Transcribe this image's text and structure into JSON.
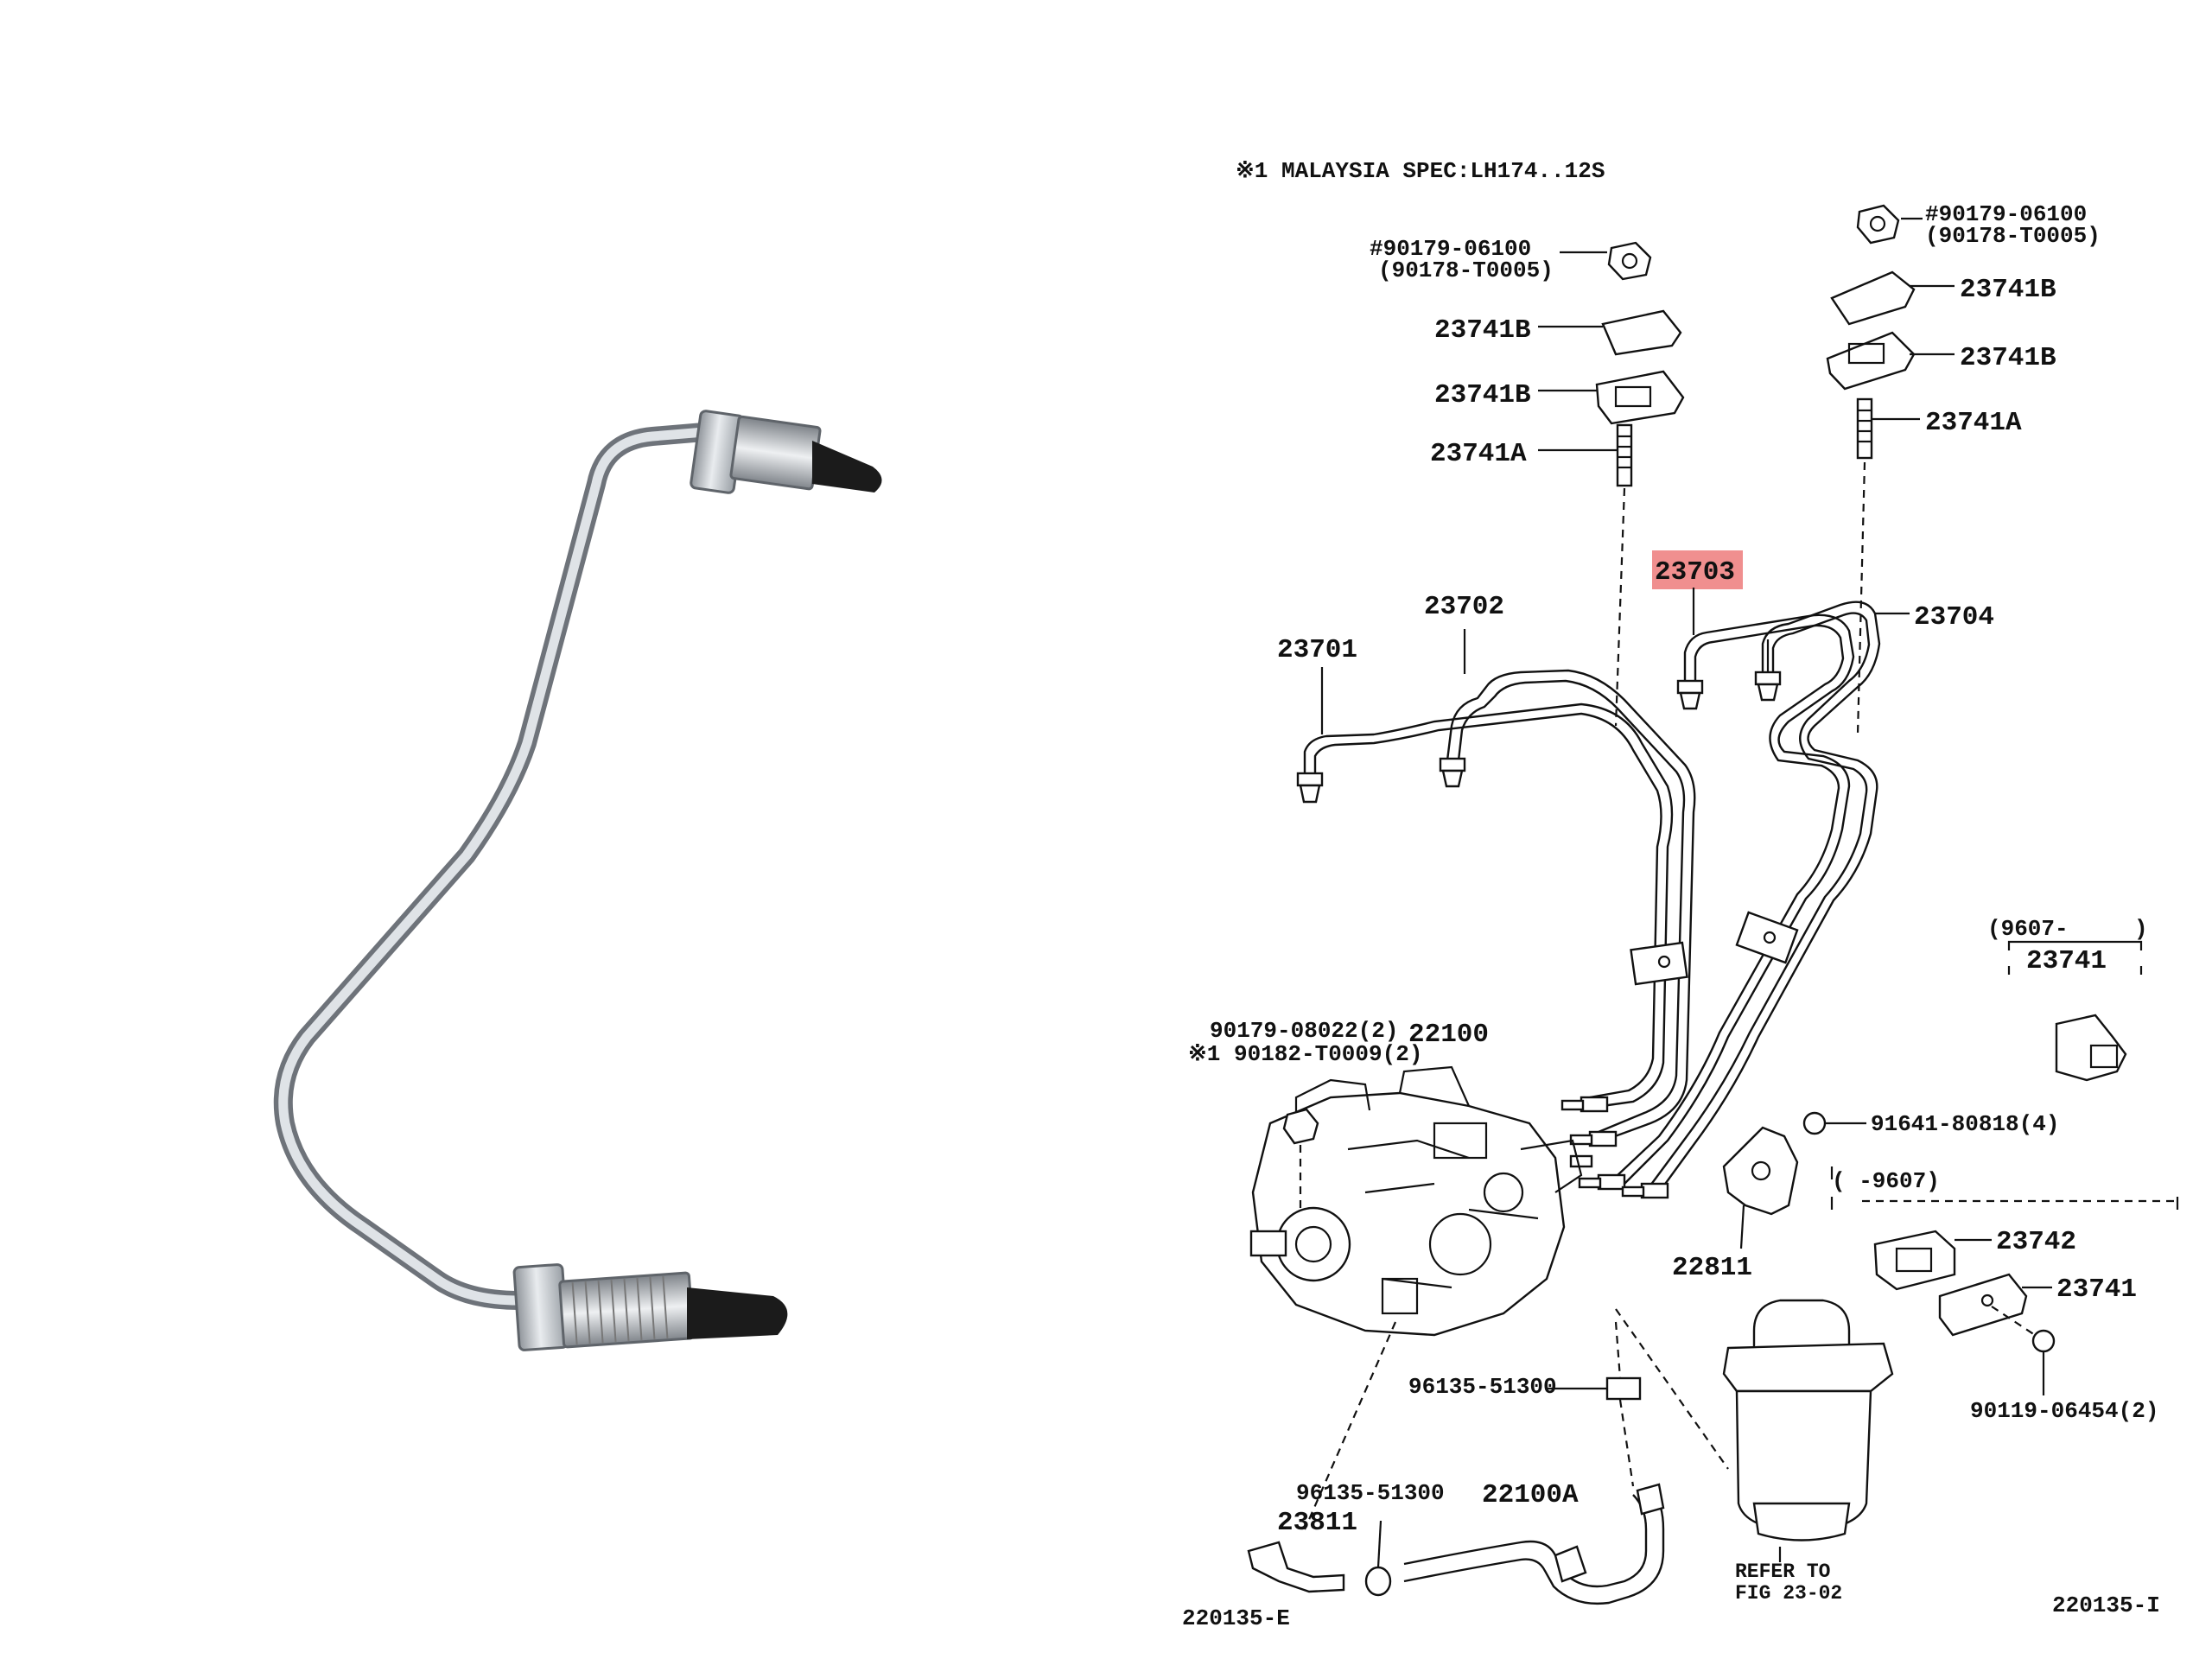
{
  "diagram": {
    "spec_note": "※1 MALAYSIA SPEC:LH174..12S",
    "highlight_color": "#f08f8f",
    "labels": {
      "nut_left_a": "#90179-06100",
      "nut_left_b": "(90178-T0005)",
      "nut_right_a": "#90179-06100",
      "nut_right_b": "(90178-T0005)",
      "clamp_l1": "23741B",
      "clamp_l2": "23741B",
      "bolt_l": "23741A",
      "clamp_r1": "23741B",
      "clamp_r2": "23741B",
      "bolt_r": "23741A",
      "pipe_23701": "23701",
      "pipe_23702": "23702",
      "pipe_23703": "23703",
      "pipe_23704": "23704",
      "bracket_range_a": "(9607-",
      "bracket_range_a_end": ")",
      "clamp_23741_top": "23741",
      "nut_08022": "90179-08022(2)",
      "pump_22100": "22100",
      "nut_t0009": "※1 90182-T0009(2)",
      "bolt_91641": "91641-80818(4)",
      "range_9607": "(      -9607)",
      "bracket_22811": "22811",
      "clamp_23742": "23742",
      "clamp_23741_bot": "23741",
      "bolt_90119": "90119-06454(2)",
      "clip_96135_a": "96135-51300",
      "clip_96135_b": "96135-51300",
      "hose_22100a": "22100A",
      "hose_23811": "23811",
      "refer_a": "REFER TO",
      "refer_b": "FIG 23-02",
      "fig_left": "220135-E",
      "fig_right": "220135-I"
    }
  }
}
